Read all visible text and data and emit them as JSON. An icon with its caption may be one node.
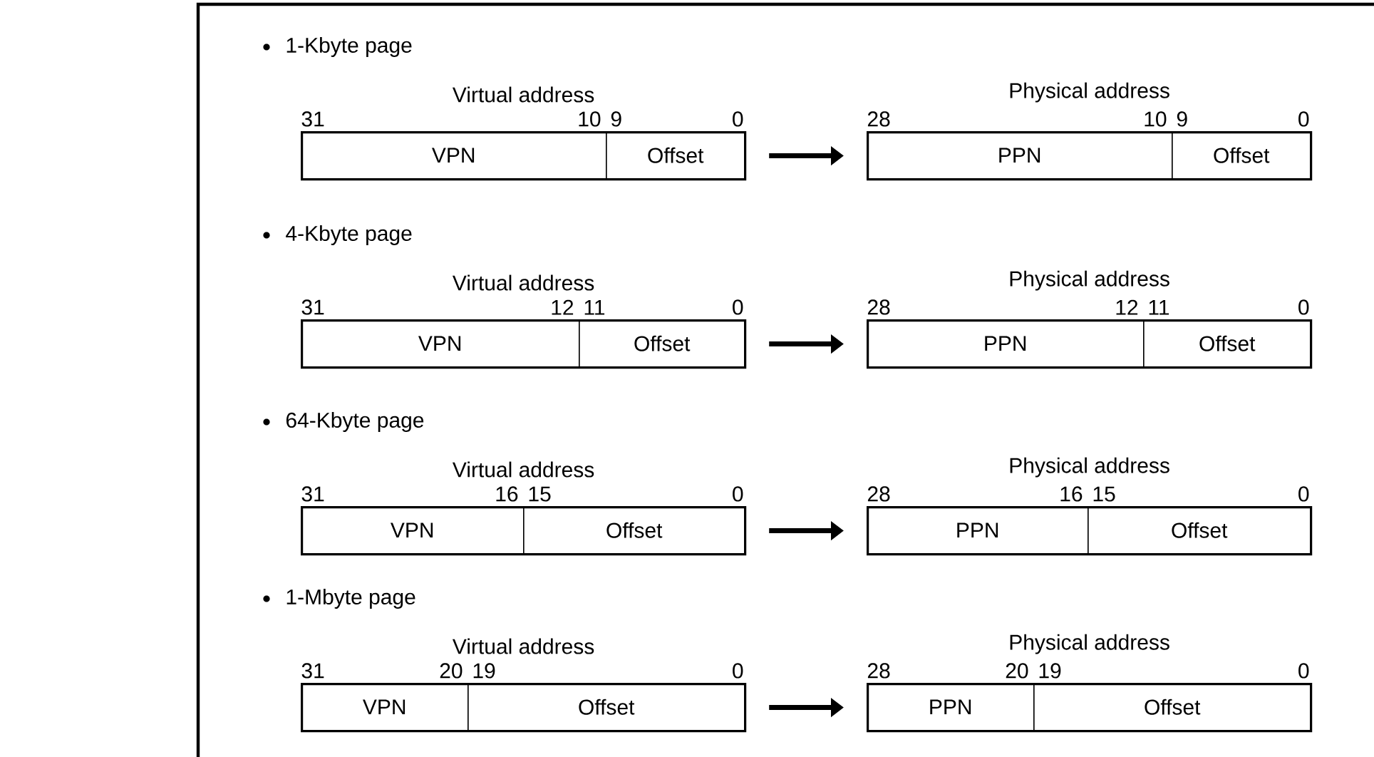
{
  "diagram": {
    "nodes": [
      {
        "text": [
          "Virtual address"
        ]
      },
      {
        "text": [
          "VPN"
        ],
        "in": 0
      },
      {
        "text": [
          "Offset"
        ],
        "in": 0
      },
      {
        "text": [
          "Physical address"
        ]
      },
      {
        "text": [
          "PPN"
        ],
        "in": 3
      },
      {
        "text": [
          "Offset"
        ],
        "in": 3
      },
      {
        "text": [
          "Virtual address"
        ]
      },
      {
        "text": [
          "VPN"
        ],
        "in": 6
      },
      {
        "text": [
          "Offset"
        ],
        "in": 6
      },
      {
        "text": [
          "Physical address"
        ]
      },
      {
        "text": [
          "PPN"
        ],
        "in": 9
      },
      {
        "text": [
          "Offset"
        ],
        "in": 9
      },
      {
        "text": [
          "Virtual address"
        ]
      },
      {
        "text": [
          "VPN"
        ],
        "in": 12
      },
      {
        "text": [
          "Offset"
        ],
        "in": 12
      },
      {
        "text": [
          "Physical address"
        ]
      },
      {
        "text": [
          "PPN"
        ],
        "in": 15
      },
      {
        "text": [
          "Offset"
        ],
        "in": 15
      },
      {
        "text": [
          "Virtual address"
        ]
      },
      {
        "text": [
          "VPN"
        ],
        "in": 18
      },
      {
        "text": [
          "Offset"
        ],
        "in": 18
      },
      {
        "text": [
          "Physical address"
        ]
      },
      {
        "text": [
          "PPN"
        ],
        "in": 21
      },
      {
        "text": [
          "Offset"
        ],
        "in": 21
      }
    ],
    "edges": [
      {
        "from": 0,
        "to": 3,
        "arrow": "to"
      },
      {
        "from": 6,
        "to": 9,
        "arrow": "to"
      },
      {
        "from": 12,
        "to": 15,
        "arrow": "to"
      },
      {
        "from": 18,
        "to": 21,
        "arrow": "to"
      }
    ],
    "labels": [
      "1-Kbyte page",
      "31",
      "10",
      "9",
      "0",
      "28",
      "10",
      "9",
      "0",
      "4-Kbyte page",
      "31",
      "12",
      "11",
      "0",
      "28",
      "12",
      "11",
      "0",
      "64-Kbyte page",
      "31",
      "16",
      "15",
      "0",
      "28",
      "16",
      "15",
      "0",
      "1-Mbyte page",
      "31",
      "20",
      "19",
      "0",
      "28",
      "20",
      "19",
      "0"
    ]
  }
}
